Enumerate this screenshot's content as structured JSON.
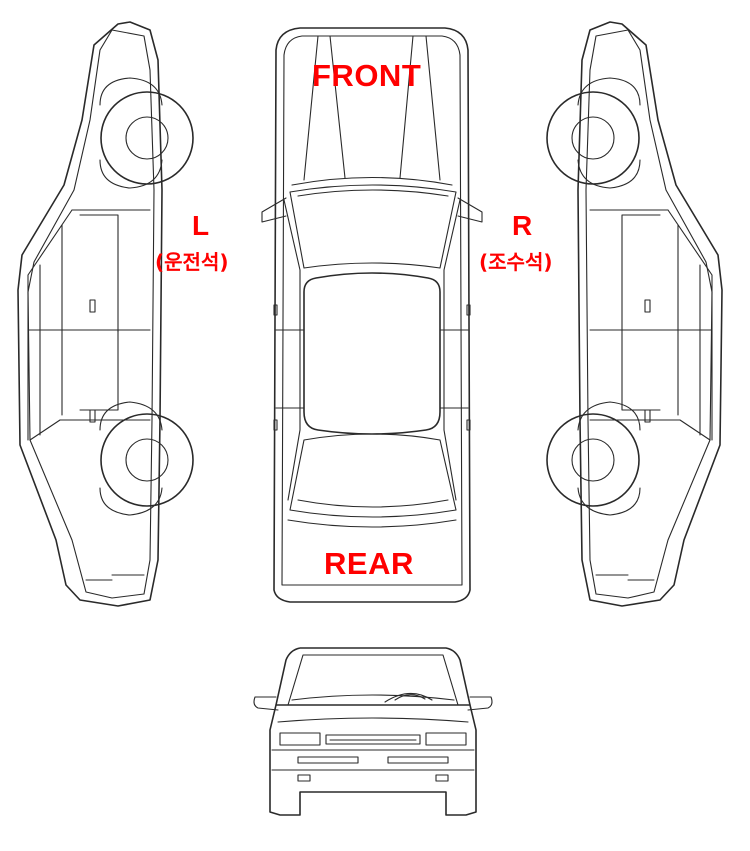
{
  "labels": {
    "front": "FRONT",
    "rear": "REAR",
    "left": "L",
    "left_sub": "(운전석)",
    "right": "R",
    "right_sub": "(조수석)"
  },
  "colors": {
    "label": "#ff0000",
    "line": "#2a2a2a",
    "background": "#ffffff"
  }
}
